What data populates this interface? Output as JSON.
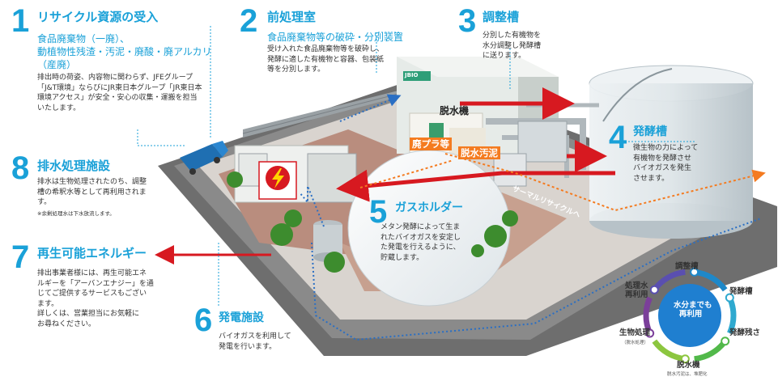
{
  "sections": {
    "s1": {
      "number": "1",
      "title": "リサイクル資源の受入",
      "subtitle_lines": [
        "食品廃棄物（一廃）、",
        "動植物性残渣・汚泥・廃酸・廃アルカリ",
        "（産廃）"
      ],
      "desc_lines": [
        "排出時の荷姿、内容物に関わらず、JFEグループ",
        "「J&T環境」ならびにJR東日本グループ「JR東日本",
        "環境アクセス」が安全・安心の収集・運搬を担当",
        "いたします。"
      ]
    },
    "s2": {
      "number": "2",
      "title": "前処理室",
      "subtitle_lines": [
        "食品廃棄物等の破砕・分別装置"
      ],
      "desc_lines": [
        "受け入れた食品廃棄物等を破砕し、",
        "発酵に適した有機物と容器、包装紙",
        "等を分別します。"
      ]
    },
    "s3": {
      "number": "3",
      "title": "調整槽",
      "desc_lines": [
        "分別した有機物を",
        "水分調整し発酵槽",
        "に送ります。"
      ]
    },
    "s4": {
      "number": "4",
      "title": "発酵槽",
      "desc_lines": [
        "微生物の力によって",
        "有機物を発酵させ",
        "バイオガスを発生",
        "させます。"
      ]
    },
    "s5": {
      "number": "5",
      "title": "ガスホルダー",
      "desc_lines": [
        "メタン発酵によって生ま",
        "れたバイオガスを安定し",
        "た発電を行えるように、",
        "貯蔵します。"
      ]
    },
    "s6": {
      "number": "6",
      "title": "発電施設",
      "desc_lines": [
        "バイオガスを利用して",
        "発電を行います。"
      ]
    },
    "s7": {
      "number": "7",
      "title": "再生可能エネルギー",
      "desc_lines": [
        "排出事業者様には、再生可能エネ",
        "ルギーを「アーバンエナジー」を通",
        "じてご提供するサービスもござい",
        "ます。",
        "詳しくは、営業担当にお気軽に",
        "お尋ねください。"
      ]
    },
    "s8": {
      "number": "8",
      "title": "排水処理施設",
      "desc_lines": [
        "排水は生物処理されたのち、調整",
        "槽の希釈水等として再利用されま",
        "す。"
      ],
      "note": "※余剰処理水は下水放流します。"
    }
  },
  "plant_labels": {
    "dewatering": "脱水機",
    "waste_plastic": "廃プラ等",
    "dewatered_sludge": "脱水汚泥",
    "thermal": "サーマルリサイクルへ",
    "logo": "JBIO"
  },
  "cycle": {
    "center_lines": [
      "水分までも",
      "再利用"
    ],
    "items": {
      "chosei": "調整槽",
      "hakko": "発酵槽",
      "zansa": "発酵残さ",
      "dassui": "脱水機",
      "seibutsu": "生物処理",
      "saiyou_lines": [
        "処理水",
        "再利用"
      ]
    },
    "dassui_note": "脱水汚泥は、堆肥化",
    "seibutsu_note": "（脱水処理）",
    "colors": [
      "#1e88c9",
      "#2fa9cf",
      "#52b94a",
      "#8cc63f",
      "#7b3f9a",
      "#5a4fb0"
    ]
  },
  "colors": {
    "accent": "#1aa1d8",
    "red_arrow": "#d71920",
    "orange": "#f47b20",
    "dotted_blue": "#2a6fc4",
    "tank": "#d7e0e4",
    "ground": "#6e6e6e"
  }
}
